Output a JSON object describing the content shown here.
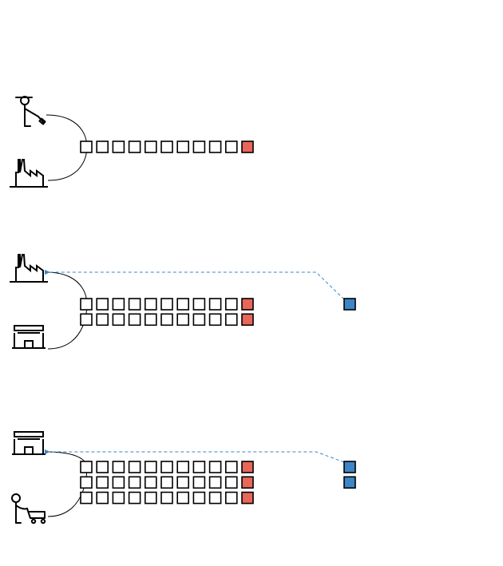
{
  "colors": {
    "box_fill": "#ffffff",
    "box_stroke": "#000000",
    "end_box": "#e8675a",
    "extra_box": "#3d85c6",
    "dashed_arrow": "#3d85c6",
    "line": "#000000"
  },
  "sections": [
    {
      "id": "stage-1",
      "top_icon": "farmer-icon",
      "bottom_icon": "factory-icon",
      "chain_rows": 1,
      "boxes_per_row": 11,
      "last_box_highlight": true,
      "extra_boxes": 0,
      "dashed_arrow_to_top_icon": false
    },
    {
      "id": "stage-2",
      "top_icon": "factory-icon",
      "bottom_icon": "store-icon",
      "chain_rows": 2,
      "boxes_per_row": 11,
      "last_box_highlight": true,
      "extra_boxes": 1,
      "dashed_arrow_to_top_icon": true
    },
    {
      "id": "stage-3",
      "top_icon": "store-icon",
      "bottom_icon": "shopper-cart-icon",
      "chain_rows": 3,
      "boxes_per_row": 11,
      "last_box_highlight": true,
      "extra_boxes": 2,
      "dashed_arrow_to_top_icon": true
    }
  ]
}
